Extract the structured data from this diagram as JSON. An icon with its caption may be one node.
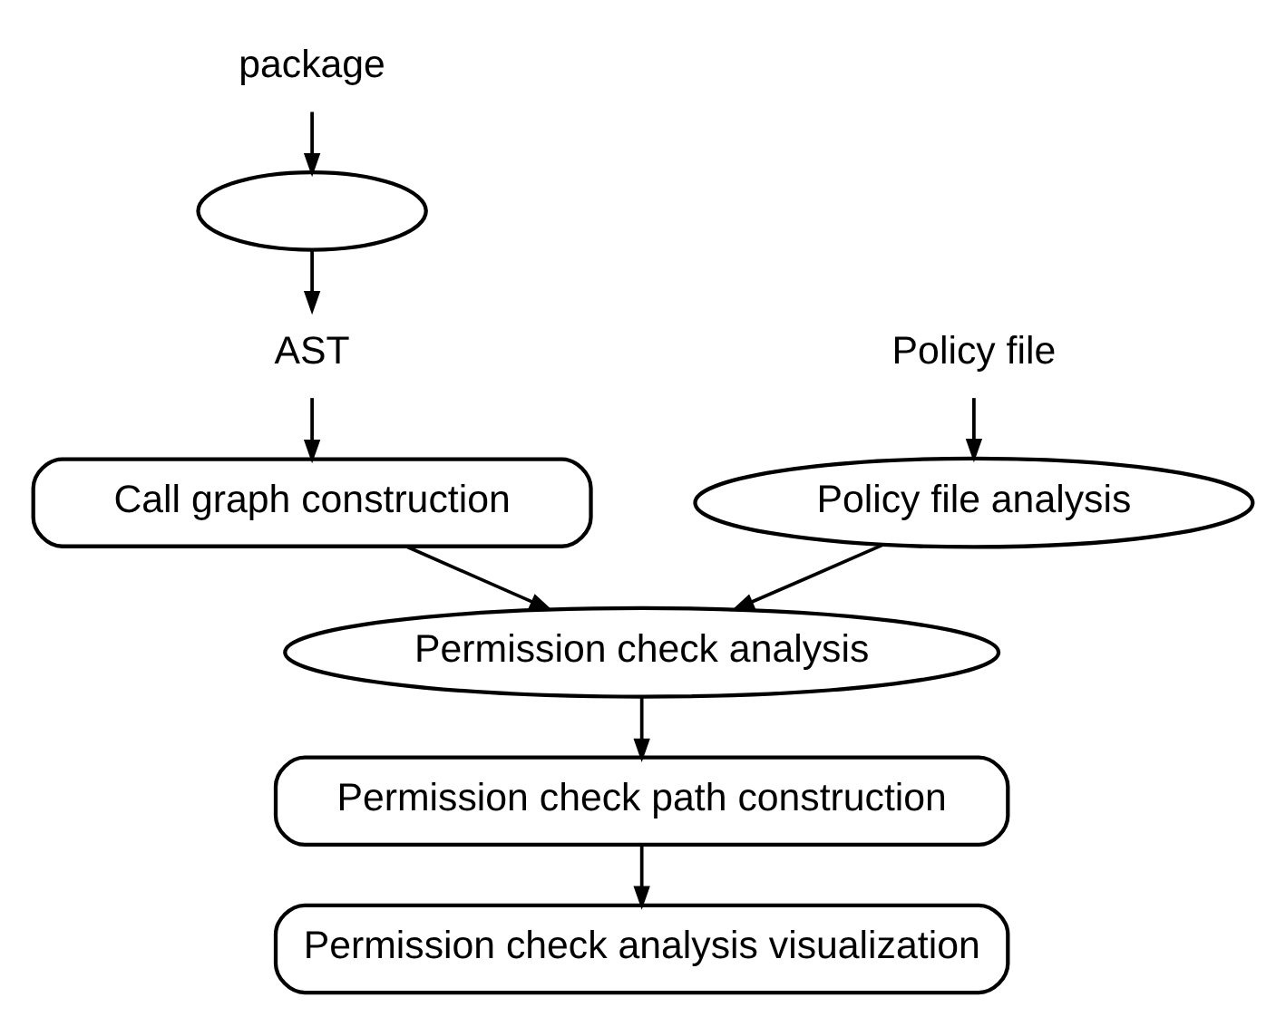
{
  "diagram": {
    "nodes": [
      {
        "text": [
          "package"
        ]
      },
      {
        "text": [],
        "shape": "ellipse"
      },
      {
        "text": [
          "AST"
        ]
      },
      {
        "text": [
          "Policy file"
        ]
      },
      {
        "text": [
          "Call graph construction"
        ]
      },
      {
        "text": [
          "Policy file analysis"
        ]
      },
      {
        "text": [
          "Permission check analysis"
        ]
      },
      {
        "text": [
          "Permission check path construction"
        ]
      },
      {
        "text": [
          "Permission check analysis visualization"
        ]
      }
    ],
    "edges": [
      {
        "from": 0,
        "to": 1,
        "arrow": "to"
      },
      {
        "from": 1,
        "to": 2,
        "arrow": "to"
      },
      {
        "from": 2,
        "to": 4,
        "arrow": "to"
      },
      {
        "from": 3,
        "to": 5,
        "arrow": "to"
      },
      {
        "from": 4,
        "to": 6,
        "arrow": "to"
      },
      {
        "from": 5,
        "to": 6,
        "arrow": "to"
      },
      {
        "from": 6,
        "to": 7,
        "arrow": "to"
      },
      {
        "from": 7,
        "to": 8,
        "arrow": "to"
      }
    ]
  }
}
